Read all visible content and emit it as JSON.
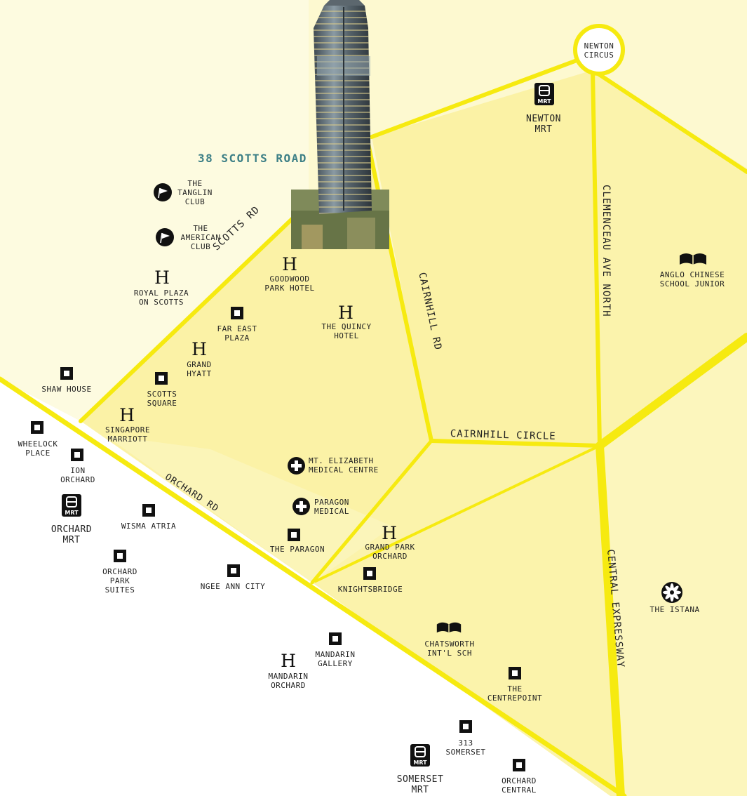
{
  "colors": {
    "road": "#f6ea10",
    "fill": "#fbf4a6",
    "fill_light": "#fdf9d2",
    "icon": "#111111",
    "title": "#3c7f86"
  },
  "title": "38 SCOTTS ROAD",
  "roads": {
    "scotts_rd": "SCOTTS RD",
    "cairnhill_rd": "CAIRNHILL RD",
    "clemenceau": "CLEMENCEAU AVE NORTH",
    "cairnhill_circle": "CAIRNHILL CIRCLE",
    "orchard_rd": "ORCHARD RD",
    "cte": "CENTRAL EXPRESSWAY"
  },
  "newton_circus": "NEWTON\nCIRCUS",
  "mrt_badge": "MRT",
  "landmarks": {
    "newton_mrt": "NEWTON\nMRT",
    "tanglin_club": "THE\nTANGLIN\nCLUB",
    "american_club": "THE\nAMERICAN\nCLUB",
    "royal_plaza": "ROYAL PLAZA\nON SCOTTS",
    "goodwood": "GOODWOOD\nPARK HOTEL",
    "far_east": "FAR EAST\nPLAZA",
    "quincy": "THE QUINCY\nHOTEL",
    "grand_hyatt": "GRAND\nHYATT",
    "shaw_house": "SHAW HOUSE",
    "scotts_square": "SCOTTS\nSQUARE",
    "marriott": "SINGAPORE\nMARRIOTT",
    "wheelock": "WHEELOCK\nPLACE",
    "ion": "ION\nORCHARD",
    "orchard_mrt": "ORCHARD\nMRT",
    "wisma": "WISMA ATRIA",
    "orchard_park_suites": "ORCHARD\nPARK\nSUITES",
    "ngee_ann": "NGEE ANN CITY",
    "mt_elizabeth": "MT. ELIZABETH\nMEDICAL CENTRE",
    "paragon_medical": "PARAGON\nMEDICAL",
    "the_paragon": "THE PARAGON",
    "grand_park": "GRAND PARK\nORCHARD",
    "knightsbridge": "KNIGHTSBRIDGE",
    "acs_junior": "ANGLO CHINESE\nSCHOOL JUNIOR",
    "istana": "THE ISTANA",
    "chatsworth": "CHATSWORTH\nINT'L SCH",
    "mandarin_gallery": "MANDARIN\nGALLERY",
    "mandarin_orchard": "MANDARIN\nORCHARD",
    "centrepoint": "THE\nCENTREPOINT",
    "somerset_313": "313\nSOMERSET",
    "somerset_mrt": "SOMERSET\nMRT",
    "orchard_central": "ORCHARD\nCENTRAL"
  }
}
